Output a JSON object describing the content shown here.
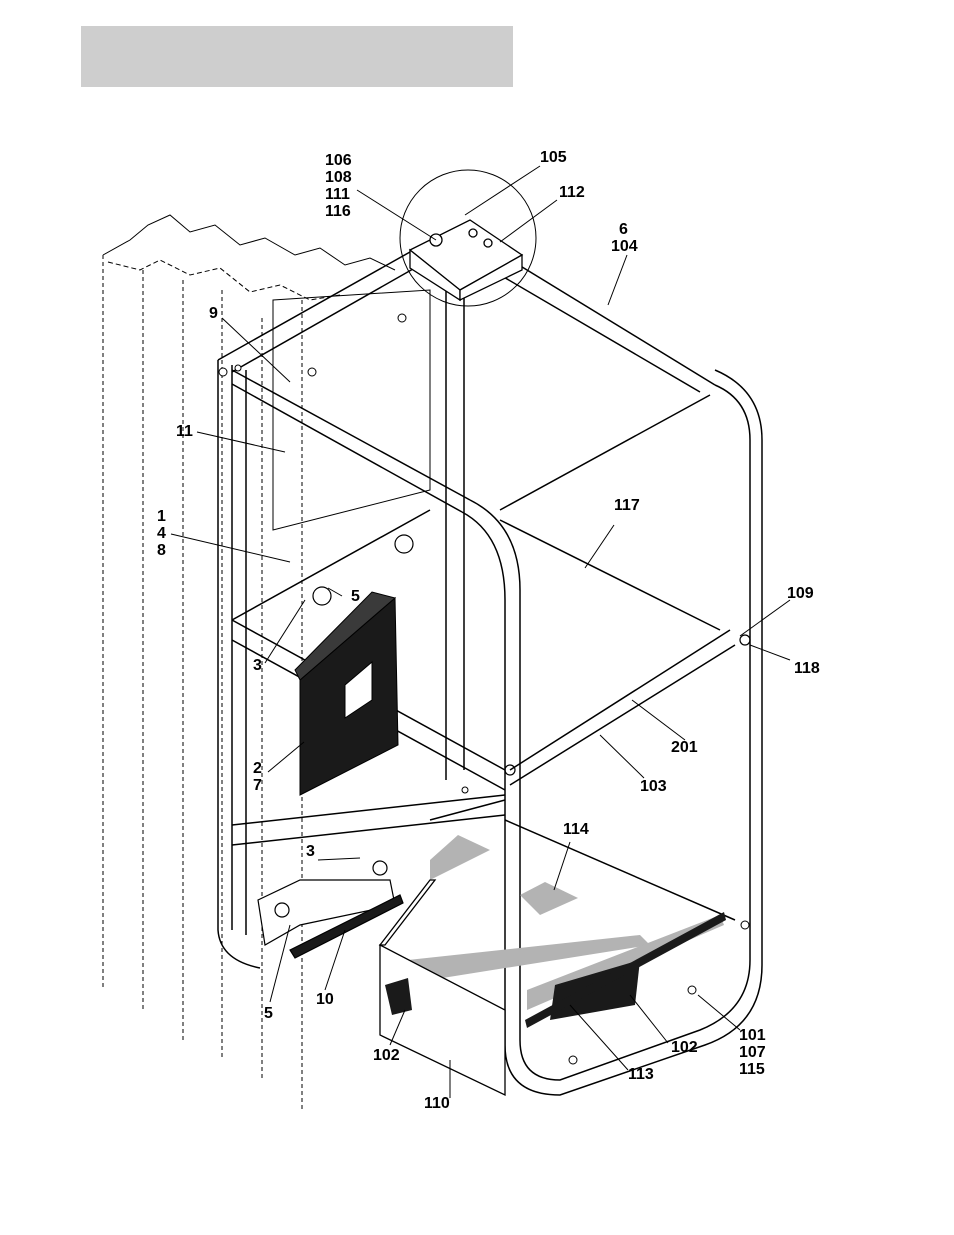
{
  "header_bar": {
    "color": "#cecece"
  },
  "drawing": {
    "line_color": "#000000",
    "panel_fill": "#1a1a1a",
    "mat_fill": "#b3b3b3"
  },
  "callouts": {
    "c_106": [
      "106",
      "108",
      "111",
      "116"
    ],
    "c_105": [
      "105"
    ],
    "c_112": [
      "112"
    ],
    "c_6": [
      "6",
      "104"
    ],
    "c_9": [
      "9"
    ],
    "c_11": [
      "11"
    ],
    "c_1": [
      "1",
      "4",
      "8"
    ],
    "c_5a": [
      "5"
    ],
    "c_3a": [
      "3"
    ],
    "c_117": [
      "117"
    ],
    "c_109": [
      "109"
    ],
    "c_118": [
      "118"
    ],
    "c_201": [
      "201"
    ],
    "c_2": [
      "2",
      "7"
    ],
    "c_103": [
      "103"
    ],
    "c_114": [
      "114"
    ],
    "c_3b": [
      "3"
    ],
    "c_5b": [
      "5"
    ],
    "c_10": [
      "10"
    ],
    "c_102a": [
      "102"
    ],
    "c_110": [
      "110"
    ],
    "c_113": [
      "113"
    ],
    "c_102b": [
      "102"
    ],
    "c_101": [
      "101",
      "107",
      "115"
    ]
  }
}
